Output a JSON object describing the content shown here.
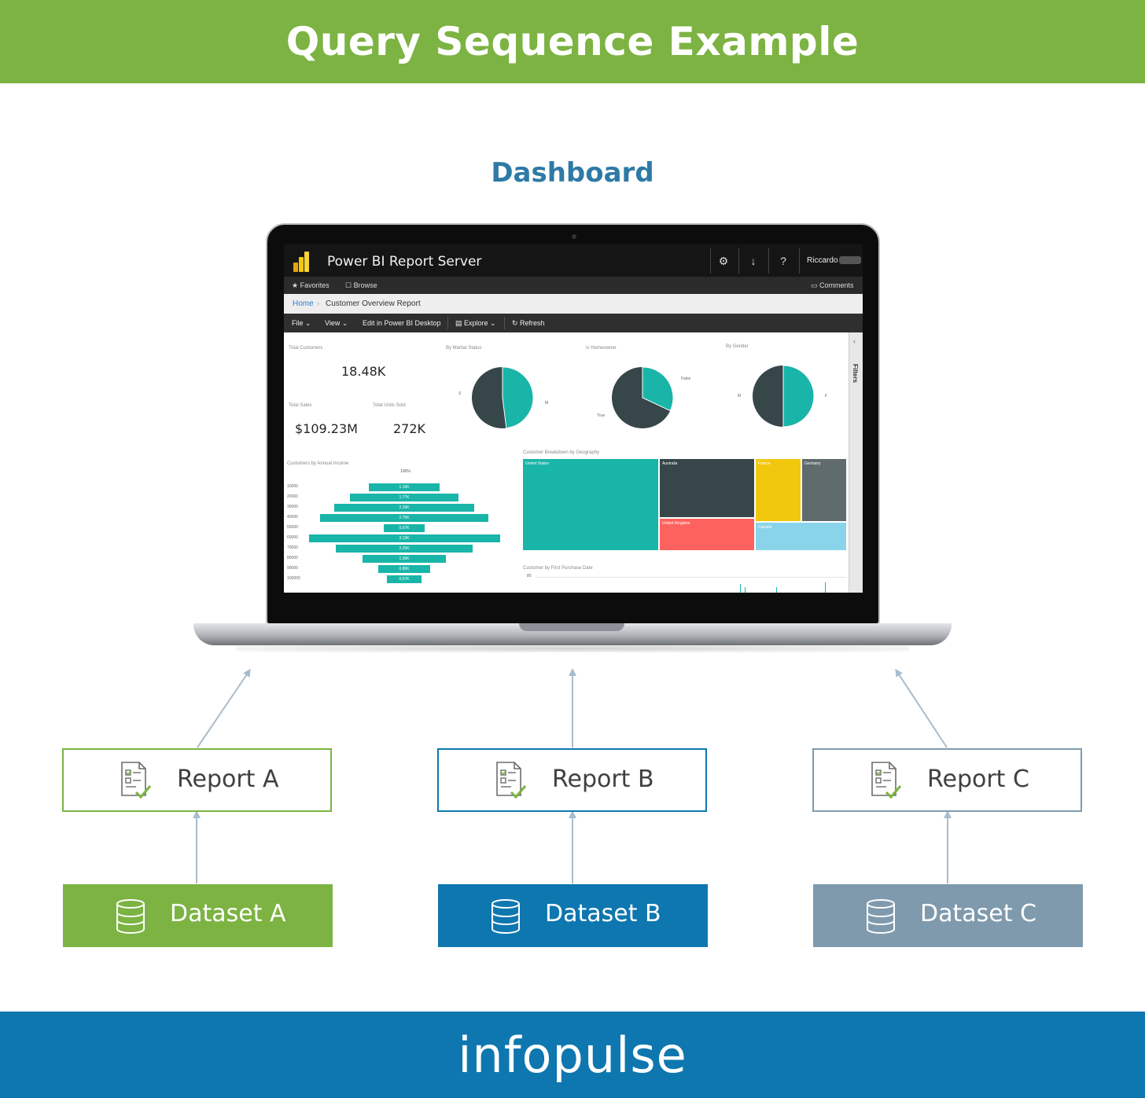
{
  "header": {
    "title": "Query Sequence Example"
  },
  "dashboard_title": "Dashboard",
  "colors": {
    "green": "#7cb342",
    "blue": "#0e77af",
    "grey": "#7f9aad",
    "teal": "#19b5a8"
  },
  "powerbi": {
    "app_title": "Power BI Report Server",
    "user_name": "Riccardo",
    "nav": {
      "favorites": "Favorites",
      "browse": "Browse",
      "comments": "Comments"
    },
    "breadcrumb": {
      "home": "Home",
      "report": "Customer Overview Report"
    },
    "toolbar": {
      "file": "File",
      "view": "View",
      "edit": "Edit in Power BI Desktop",
      "explore": "Explore",
      "refresh": "Refresh"
    },
    "filters_label": "Filters",
    "kpis": {
      "total_customers_label": "Total Customers",
      "total_customers": "18.48K",
      "total_sales_label": "Total Sales",
      "total_sales": "$109.23M",
      "total_units_label": "Total Units Sold",
      "total_units": "272K"
    },
    "pies": [
      {
        "title": "By Marital Status",
        "labels": [
          "S",
          "M"
        ],
        "fraction": 0.48
      },
      {
        "title": "Is Homeowner",
        "labels": [
          "False",
          "True"
        ],
        "fraction": 0.32
      },
      {
        "title": "By Gender",
        "labels": [
          "M",
          "F"
        ],
        "fraction": 0.5
      }
    ],
    "funnel": {
      "title": "Customers by Annual Income",
      "top_label": "100%",
      "rows": [
        {
          "income": "10000",
          "label": "1.16K",
          "value": 1.16
        },
        {
          "income": "20000",
          "label": "1.77K",
          "value": 1.77
        },
        {
          "income": "30000",
          "label": "2.29K",
          "value": 2.29
        },
        {
          "income": "40000",
          "label": "2.75K",
          "value": 2.75
        },
        {
          "income": "50000",
          "label": "0.67K",
          "value": 0.67
        },
        {
          "income": "60000",
          "label": "3.13K",
          "value": 3.13
        },
        {
          "income": "70000",
          "label": "2.25K",
          "value": 2.25
        },
        {
          "income": "80000",
          "label": "1.36K",
          "value": 1.36
        },
        {
          "income": "90000",
          "label": "0.86K",
          "value": 0.86
        },
        {
          "income": "100000",
          "label": "0.57K",
          "value": 0.57
        }
      ]
    },
    "treemap": {
      "title": "Customer Breakdown by Geography",
      "items": [
        {
          "name": "United States",
          "color": "#19b5a8"
        },
        {
          "name": "Australia",
          "color": "#374649"
        },
        {
          "name": "France",
          "color": "#f2c80f"
        },
        {
          "name": "Germany",
          "color": "#5f6b6d"
        },
        {
          "name": "United Kingdom",
          "color": "#fd625e"
        },
        {
          "name": "Canada",
          "color": "#8ad4eb"
        }
      ]
    },
    "first_purchase": {
      "title": "Customer by First Purchase Date",
      "axis_top": "80"
    }
  },
  "reports": [
    {
      "label": "Report A",
      "border": "#7cb342"
    },
    {
      "label": "Report B",
      "border": "#0e77af"
    },
    {
      "label": "Report C",
      "border": "#7f9aad"
    }
  ],
  "datasets": [
    {
      "label": "Dataset A",
      "color": "#7cb342"
    },
    {
      "label": "Dataset B",
      "color": "#0e77af"
    },
    {
      "label": "Dataset C",
      "color": "#7f9aad"
    }
  ],
  "footer": {
    "brand": "infopulse"
  }
}
